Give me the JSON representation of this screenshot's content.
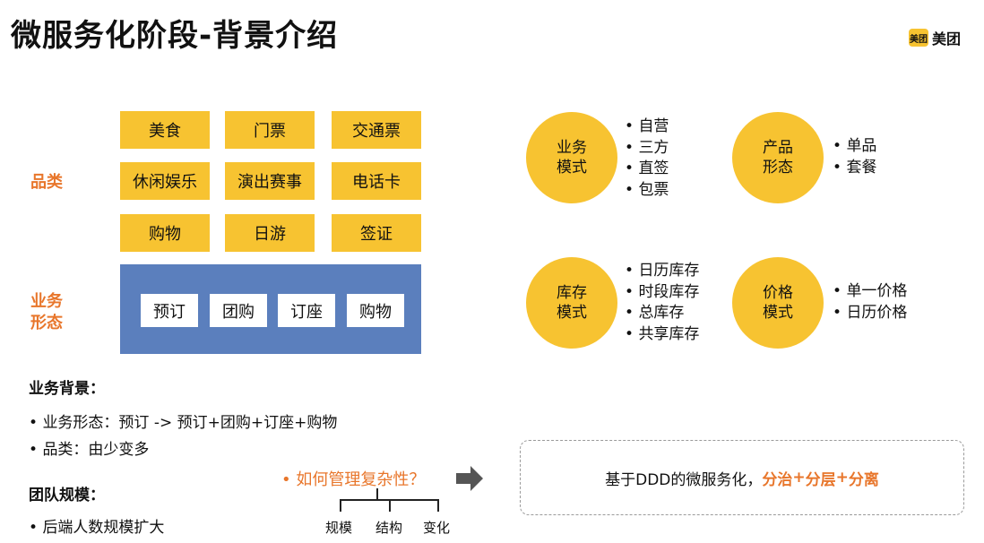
{
  "title": "微服务化阶段-背景介绍",
  "logo": {
    "box_text": "美团",
    "text": "美团"
  },
  "left": {
    "label_category": "品类",
    "label_business_form_line1": "业务",
    "label_business_form_line2": "形态",
    "categories": [
      "美食",
      "门票",
      "交通票",
      "休闲娱乐",
      "演出赛事",
      "电话卡",
      "购物",
      "日游",
      "签证"
    ],
    "forms": [
      "预订",
      "团购",
      "订座",
      "购物"
    ]
  },
  "circles": [
    {
      "line1": "业务",
      "line2": "模式",
      "items": [
        "自营",
        "三方",
        "直签",
        "包票"
      ]
    },
    {
      "line1": "产品",
      "line2": "形态",
      "items": [
        "单品",
        "套餐"
      ]
    },
    {
      "line1": "库存",
      "line2": "模式",
      "items": [
        "日历库存",
        "时段库存",
        "总库存",
        "共享库存"
      ]
    },
    {
      "line1": "价格",
      "line2": "模式",
      "items": [
        "单一价格",
        "日历价格"
      ]
    }
  ],
  "background": {
    "heading": "业务背景：",
    "bullets": [
      "业务形态：预订 -> 预订+团购+订座+购物",
      "品类：由少变多"
    ]
  },
  "team": {
    "heading": "团队规模：",
    "bullets": [
      "后端人数规模扩大"
    ]
  },
  "question": {
    "text": "如何管理复杂性？",
    "branches": [
      "规模",
      "结构",
      "变化"
    ]
  },
  "conclusion": {
    "prefix": "基于DDD的微服务化，",
    "part1": "分治",
    "plus1": "+",
    "part2": "分层",
    "plus2": "+",
    "part3": "分离"
  },
  "colors": {
    "accent_yellow": "#f7c331",
    "accent_orange": "#e8762b",
    "blue": "#5b7fbd"
  }
}
